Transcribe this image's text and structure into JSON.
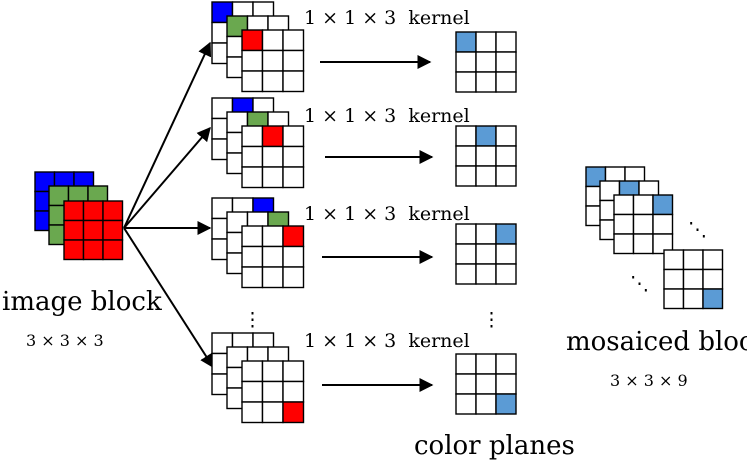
{
  "labels": {
    "image_block": "image block",
    "image_block_dims": "3 × 3 × 3",
    "kernel": "1 × 1 × 3  kernel",
    "color_planes": "color planes",
    "mosaiced_block": "mosaiced block",
    "mosaiced_dims": "3 × 3 × 9",
    "vdots": "⋮",
    "ddots": "⋱"
  },
  "colors": {
    "red": "#ff0000",
    "green": "#6aa84f",
    "blue": "#0000ff",
    "plane_fill": "#5b9bd5",
    "grid_line": "#000000"
  }
}
